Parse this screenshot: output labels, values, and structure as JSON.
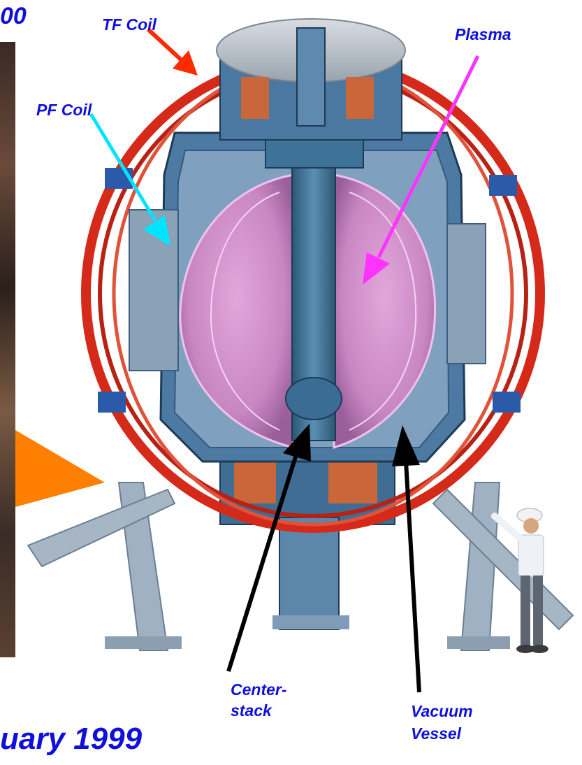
{
  "labels": {
    "title_fragment": "00",
    "tf_coil": "TF Coil",
    "pf_coil": "PF Coil",
    "plasma": "Plasma",
    "centerstack_line1": "Center-",
    "centerstack_line2": "stack",
    "vacuum_line1": "Vacuum",
    "vacuum_line2": "Vessel",
    "date": "uary 1999"
  },
  "colors": {
    "label_text": "#1010dd",
    "tf_arrow": "#ff2a00",
    "pf_arrow": "#00e5ff",
    "plasma_arrow": "#ff33ff",
    "pointer_arrow": "#000000",
    "big_arrow": "#ff8000",
    "coil_red": "#d52a1a",
    "plasma_pink": "#d98ccf",
    "structure_blue": "#3d6f95"
  }
}
